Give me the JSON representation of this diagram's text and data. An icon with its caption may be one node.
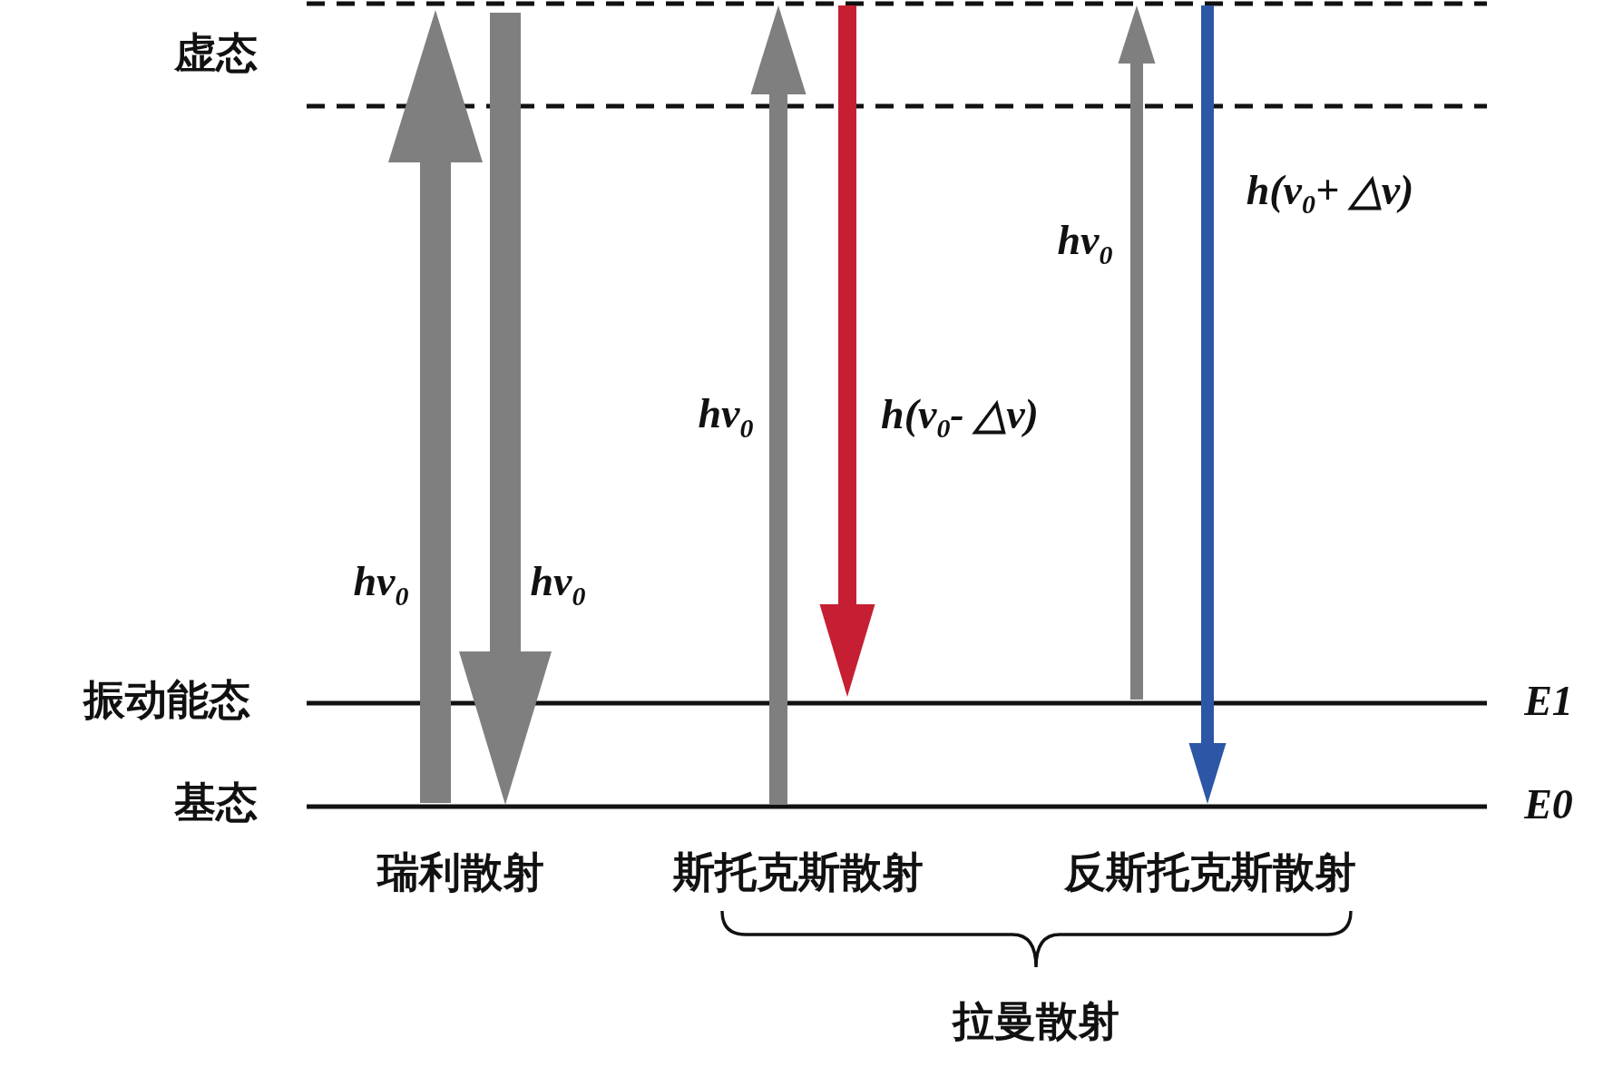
{
  "diagram": {
    "labels": [
      "虚态",
      "h(v$_{0}$+ △v)",
      "hv$_{0}$",
      "hv$_{0}$",
      "h(v$_{0}$- △v)",
      "hv$_{0}$",
      "hv$_{0}$",
      "振动能态",
      "E1",
      "基态",
      "E0",
      "瑞利散射",
      "斯托克斯散射",
      "反斯托克斯散射",
      "拉曼散射"
    ]
  }
}
